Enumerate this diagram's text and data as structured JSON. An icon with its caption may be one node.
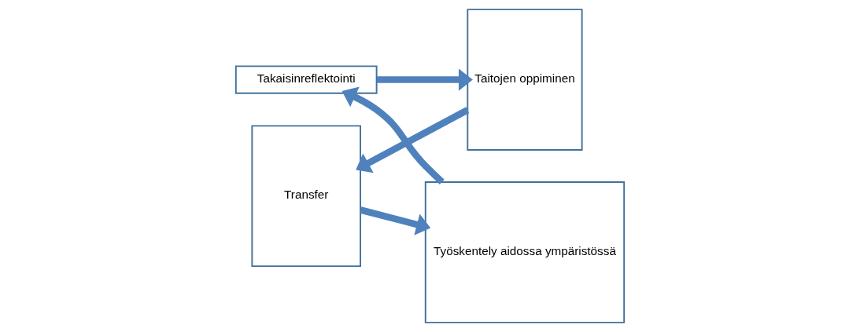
{
  "diagram": {
    "nodes": [
      {
        "text": [
          "Takaisinreflektointi"
        ]
      },
      {
        "text": [
          "Taitojen oppiminen"
        ]
      },
      {
        "text": [
          "Transfer"
        ]
      },
      {
        "text": [
          "Työskentely aidossa ympäristössä"
        ]
      }
    ],
    "edges": [
      {
        "from": 1,
        "to": 2,
        "arrow": "to"
      },
      {
        "from": 2,
        "to": 3,
        "arrow": "to"
      },
      {
        "from": 3,
        "to": 0,
        "arrow": "to"
      },
      {
        "from": 0,
        "to": 1,
        "arrow": "to"
      }
    ]
  }
}
